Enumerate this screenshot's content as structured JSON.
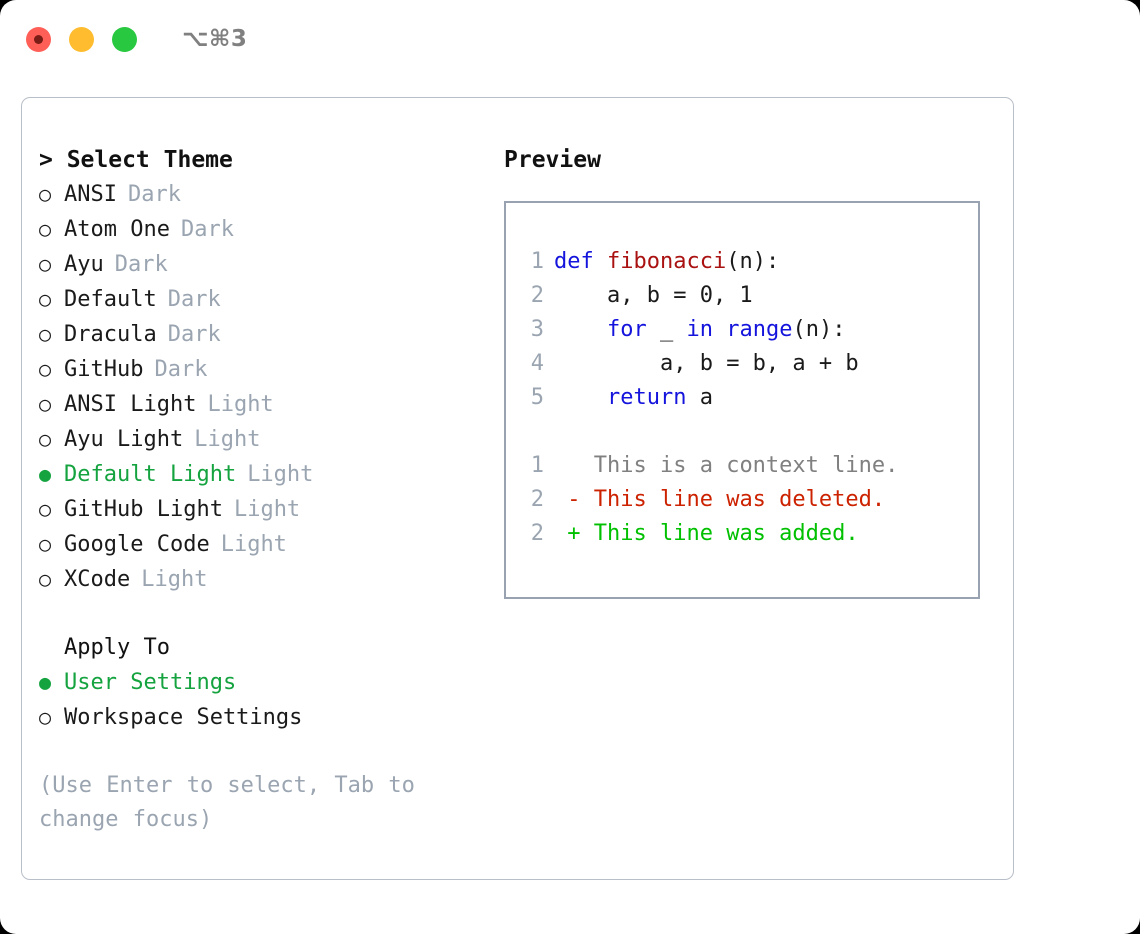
{
  "titlebar": {
    "shortcut": "⌥⌘3",
    "lights": [
      "close-red",
      "minimize-yellow",
      "maximize-green"
    ]
  },
  "theme_picker": {
    "header": "> Select Theme",
    "items": [
      {
        "marker": "○",
        "name": "ANSI",
        "category": "Dark",
        "selected": false
      },
      {
        "marker": "○",
        "name": "Atom One",
        "category": "Dark",
        "selected": false
      },
      {
        "marker": "○",
        "name": "Ayu",
        "category": "Dark",
        "selected": false
      },
      {
        "marker": "○",
        "name": "Default",
        "category": "Dark",
        "selected": false
      },
      {
        "marker": "○",
        "name": "Dracula",
        "category": "Dark",
        "selected": false
      },
      {
        "marker": "○",
        "name": "GitHub",
        "category": "Dark",
        "selected": false
      },
      {
        "marker": "○",
        "name": "ANSI Light",
        "category": "Light",
        "selected": false
      },
      {
        "marker": "○",
        "name": "Ayu Light",
        "category": "Light",
        "selected": false
      },
      {
        "marker": "●",
        "name": "Default Light",
        "category": "Light",
        "selected": true
      },
      {
        "marker": "○",
        "name": "GitHub Light",
        "category": "Light",
        "selected": false
      },
      {
        "marker": "○",
        "name": "Google Code",
        "category": "Light",
        "selected": false
      },
      {
        "marker": "○",
        "name": "XCode",
        "category": "Light",
        "selected": false
      }
    ]
  },
  "apply_to": {
    "header": "Apply To",
    "items": [
      {
        "marker": "●",
        "name": "User Settings",
        "selected": true
      },
      {
        "marker": "○",
        "name": "Workspace Settings",
        "selected": false
      }
    ]
  },
  "hint": "(Use Enter to select, Tab to change focus)",
  "preview": {
    "title": "Preview",
    "code_lines": [
      {
        "number": "1",
        "indent": "",
        "tokens": [
          {
            "t": "def",
            "c": "kw"
          },
          {
            "t": " ",
            "c": "plain"
          },
          {
            "t": "fibonacci",
            "c": "fn"
          },
          {
            "t": "(n):",
            "c": "plain"
          }
        ]
      },
      {
        "number": "2",
        "indent": "    ",
        "tokens": [
          {
            "t": "a, b = 0, 1",
            "c": "plain"
          }
        ]
      },
      {
        "number": "3",
        "indent": "    ",
        "tokens": [
          {
            "t": "for",
            "c": "kw"
          },
          {
            "t": " _ ",
            "c": "plain"
          },
          {
            "t": "in",
            "c": "kw"
          },
          {
            "t": " ",
            "c": "plain"
          },
          {
            "t": "range",
            "c": "kw"
          },
          {
            "t": "(n):",
            "c": "plain"
          }
        ]
      },
      {
        "number": "4",
        "indent": "        ",
        "tokens": [
          {
            "t": "a, b = b, a + b",
            "c": "plain"
          }
        ]
      },
      {
        "number": "5",
        "indent": "    ",
        "tokens": [
          {
            "t": "return",
            "c": "kw"
          },
          {
            "t": " a",
            "c": "plain"
          }
        ]
      }
    ],
    "diff_lines": [
      {
        "number": "1",
        "sign": " ",
        "text": " This is a context line.",
        "kind": "ctx"
      },
      {
        "number": "2",
        "sign": "-",
        "text": " This line was deleted.",
        "kind": "del"
      },
      {
        "number": "2",
        "sign": "+",
        "text": " This line was added.",
        "kind": "add"
      }
    ]
  },
  "colors": {
    "selection_green": "#14a33f",
    "diff_add_green": "#00c000",
    "diff_del_red": "#cc2200",
    "keyword_blue": "#1414dd",
    "function_red": "#aa1111",
    "muted_gray": "#9aa5b1",
    "panel_border": "#b9bfc8",
    "preview_border": "#98a2b0"
  }
}
